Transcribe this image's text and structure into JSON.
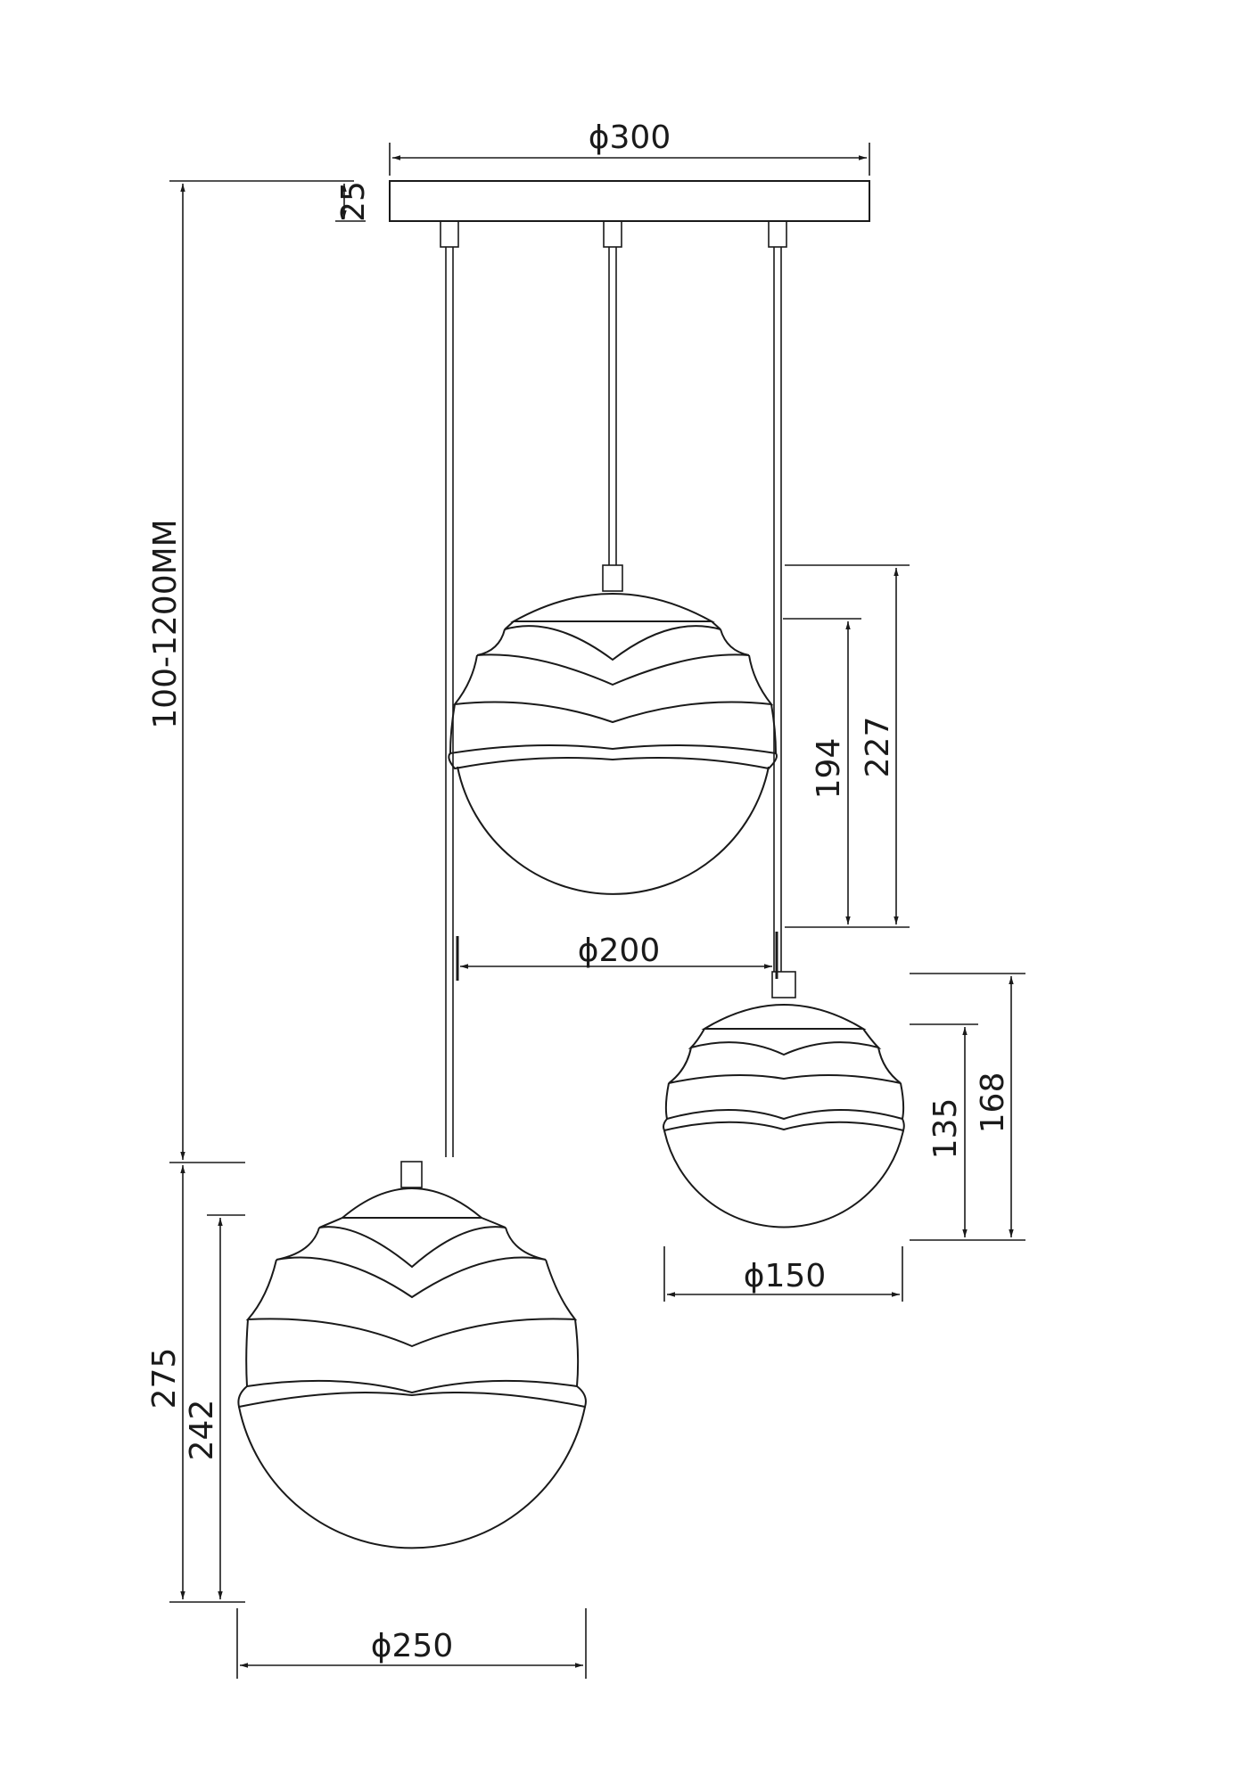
{
  "drawing": {
    "type": "technical-dimension-drawing",
    "subject": "three-light pendant with wavy glass globes",
    "line_color": "#1a1a1a",
    "background": "#ffffff"
  },
  "dimensions": {
    "canopy_diameter": "ϕ300",
    "canopy_height": "25",
    "cable_length": "100-1200MM",
    "medium_globe_diameter": "ϕ200",
    "medium_globe_height_total": "227",
    "medium_globe_height_glass": "194",
    "small_globe_diameter": "ϕ150",
    "small_globe_height_total": "168",
    "small_globe_height_glass": "135",
    "large_globe_diameter": "ϕ250",
    "large_globe_height_total": "275",
    "large_globe_height_glass": "242"
  }
}
